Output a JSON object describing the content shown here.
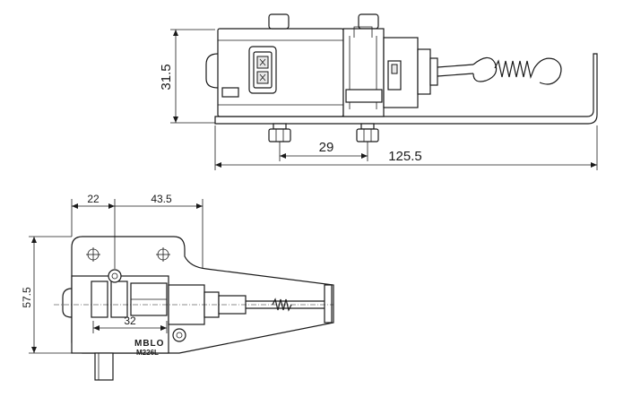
{
  "dimensions": {
    "height_total": "31.5",
    "mount_spacing": "29",
    "total_length": "125.5",
    "hole_offset": "22",
    "hole_spacing": "43.5",
    "plate_height": "57.5",
    "inner_width": "32"
  },
  "marking": {
    "brand": "MBLO",
    "model": "M226L"
  }
}
